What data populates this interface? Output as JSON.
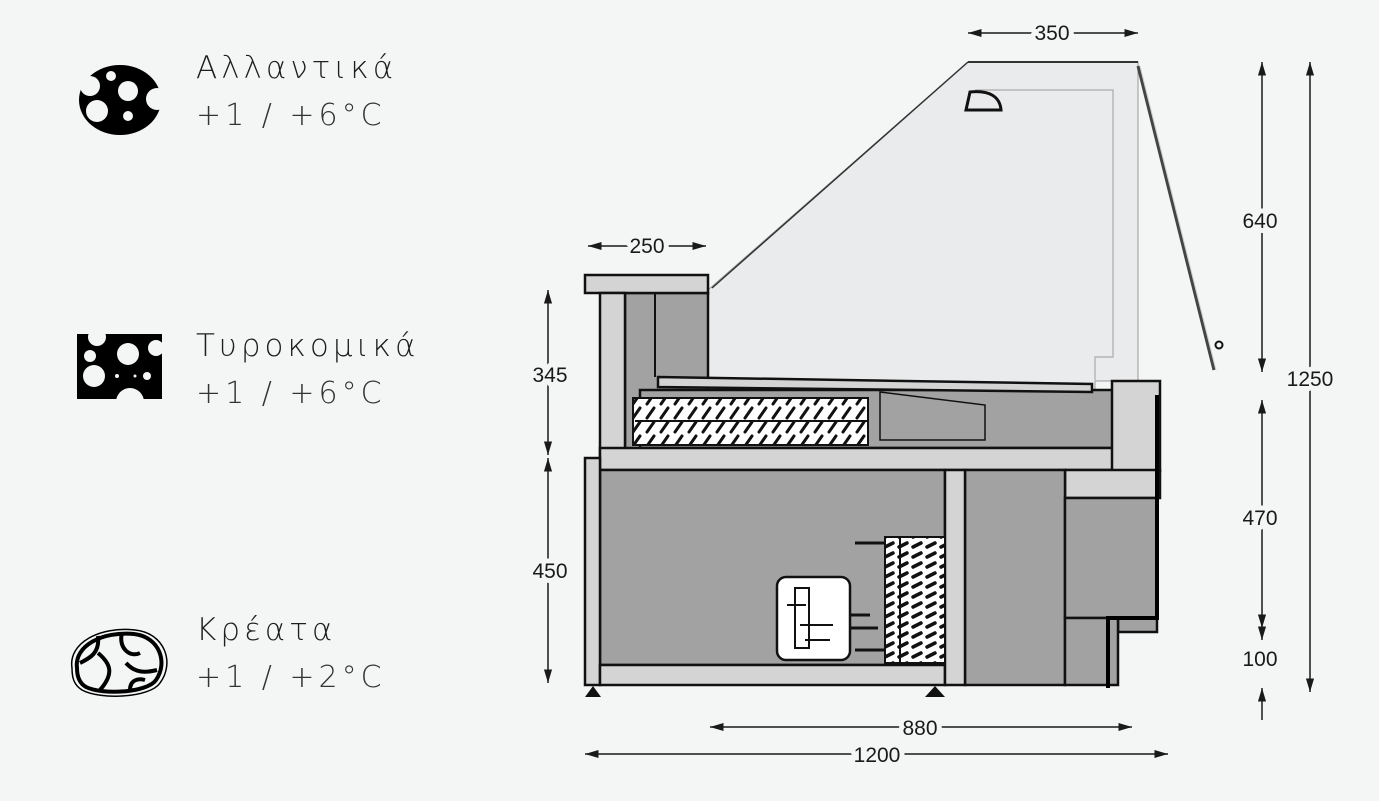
{
  "legend": [
    {
      "title": "Αλλαντικά",
      "temp": "+1 / +6°C",
      "icon": "salami-icon"
    },
    {
      "title": "Τυροκομικά",
      "temp": "+1 / +6°C",
      "icon": "cheese-icon"
    },
    {
      "title": "Κρέατα",
      "temp": "+1 / +2°C",
      "icon": "meat-icon"
    }
  ],
  "dimensions": {
    "top_depth": "350",
    "counter_depth": "250",
    "upper_height": "345",
    "lower_height": "450",
    "glass_height": "640",
    "total_height": "1250",
    "body_height": "470",
    "plinth_height": "100",
    "inner_width": "880",
    "total_width": "1200"
  },
  "colors": {
    "background": "#f4f5f5",
    "panel_light": "#d4d4d4",
    "panel_dark": "#a2a2a2",
    "glass": "#eaebec"
  }
}
